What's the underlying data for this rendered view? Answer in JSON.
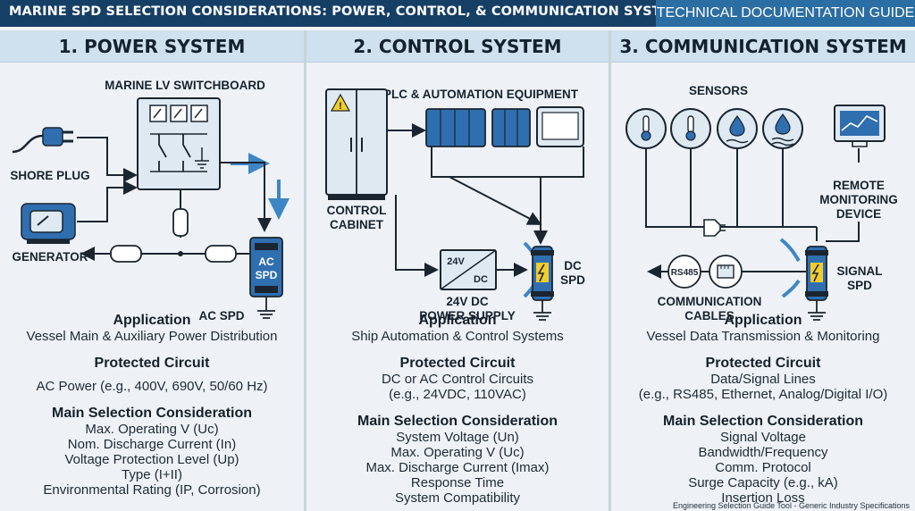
{
  "header": {
    "title": "MARINE SPD SELECTION CONSIDERATIONS: POWER, CONTROL, & COMMUNICATION SYSTEMS",
    "tag": "TECHNICAL DOCUMENTATION GUIDE"
  },
  "panels": [
    {
      "title": "1. POWER SYSTEM",
      "diagram": {
        "switchboard": "MARINE LV SWITCHBOARD",
        "shore_plug": "SHORE PLUG",
        "generator": "GENERATOR",
        "spd_box_line1": "AC",
        "spd_box_line2": "SPD",
        "spd_label": "AC SPD"
      },
      "application_heading": "Application",
      "application": "Vessel Main & Auxiliary Power Distribution",
      "circuit_heading": "Protected Circuit",
      "circuit": [
        "AC Power (e.g., 400V, 690V, 50/60 Hz)"
      ],
      "consideration_heading": "Main Selection Consideration",
      "considerations": [
        "Max. Operating V (Uc)",
        "Nom. Discharge Current (In)",
        "Voltage Protection Level (Up)",
        "Type (I+II)",
        "Environmental Rating (IP, Corrosion)"
      ]
    },
    {
      "title": "2. CONTROL SYSTEM",
      "diagram": {
        "plc": "PLC & AUTOMATION EQUIPMENT",
        "cabinet_line1": "CONTROL",
        "cabinet_line2": "CABINET",
        "ps_box_line1": "24V",
        "ps_box_line2": "DC",
        "ps_label_line1": "24V DC",
        "ps_label_line2": "POWER SUPPLY",
        "spd_label_line1": "DC",
        "spd_label_line2": "SPD"
      },
      "application_heading": "Application",
      "application": "Ship Automation & Control Systems",
      "circuit_heading": "Protected Circuit",
      "circuit": [
        "DC or AC Control Circuits",
        "(e.g., 24VDC, 110VAC)"
      ],
      "consideration_heading": "Main Selection Consideration",
      "considerations": [
        "System Voltage (Un)",
        "Max. Operating V (Uc)",
        "Max. Discharge Current (Imax)",
        "Response Time",
        "System Compatibility"
      ]
    },
    {
      "title": "3. COMMUNICATION SYSTEM",
      "diagram": {
        "sensors": "SENSORS",
        "remote_line1": "REMOTE",
        "remote_line2": "MONITORING",
        "remote_line3": "DEVICE",
        "rs485": "RS485",
        "cables_line1": "COMMUNICATION",
        "cables_line2": "CABLES",
        "spd_label_line1": "SIGNAL",
        "spd_label_line2": "SPD"
      },
      "application_heading": "Application",
      "application": "Vessel Data Transmission & Monitoring",
      "circuit_heading": "Protected Circuit",
      "circuit": [
        "Data/Signal Lines",
        "(e.g., RS485, Ethernet, Analog/Digital I/O)"
      ],
      "consideration_heading": "Main Selection Consideration",
      "considerations": [
        "Signal Voltage",
        "Bandwidth/Frequency",
        "Comm. Protocol",
        "Surge Capacity (e.g., kA)",
        "Insertion Loss"
      ]
    }
  ],
  "footer": "Engineering Selection Guide Tool - Generic Industry Specifications",
  "colors": {
    "header_bg": "#163f66",
    "tag_bg": "#2b6ea3",
    "panel_head": "#cfe0ee",
    "spd_blue": "#2f6fb0",
    "spd_yellow": "#f3cc2a",
    "arrow_blue": "#3d86c6"
  }
}
